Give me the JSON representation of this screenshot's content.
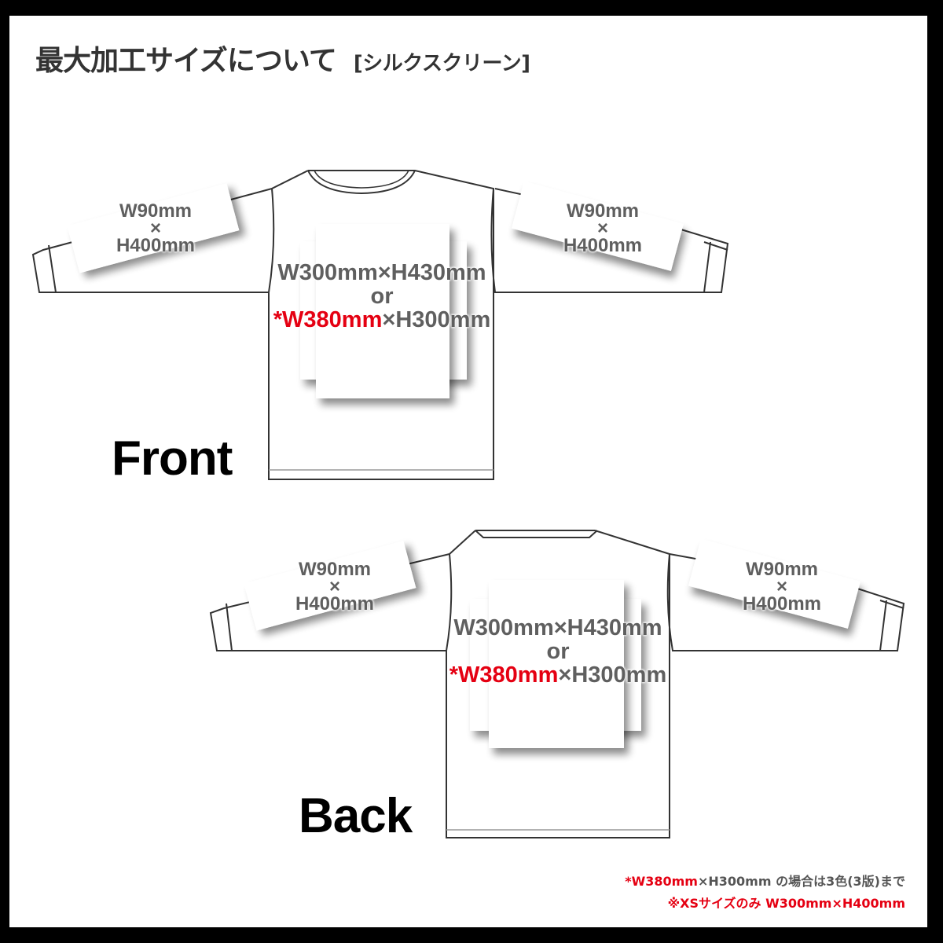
{
  "title": {
    "main": "最大加工サイズについて",
    "method": "[シルクスクリーン]"
  },
  "front": {
    "view_label": "Front",
    "left_sleeve": {
      "w": "W90mm",
      "x": "×",
      "h": "H400mm"
    },
    "right_sleeve": {
      "w": "W90mm",
      "x": "×",
      "h": "H400mm"
    },
    "body": {
      "line1": "W300mm×H430mm",
      "line2": "or",
      "line3_red": "*W380mm",
      "line3_gray": "×H300mm"
    }
  },
  "back": {
    "view_label": "Back",
    "left_sleeve": {
      "w": "W90mm",
      "x": "×",
      "h": "H400mm"
    },
    "right_sleeve": {
      "w": "W90mm",
      "x": "×",
      "h": "H400mm"
    },
    "body": {
      "line1": "W300mm×H430mm",
      "line2": "or",
      "line3_red": "*W380mm",
      "line3_gray": "×H300mm"
    }
  },
  "notes": {
    "note1_red": "*W380mm",
    "note1_gray": "×H300mm の場合は3色(3版)まで",
    "note2": "※XSサイズのみ W300mm×H400mm"
  },
  "colors": {
    "accent_red": "#e50012",
    "label_gray": "#5f5f5f",
    "outline": "#333333",
    "border": "#000000"
  }
}
